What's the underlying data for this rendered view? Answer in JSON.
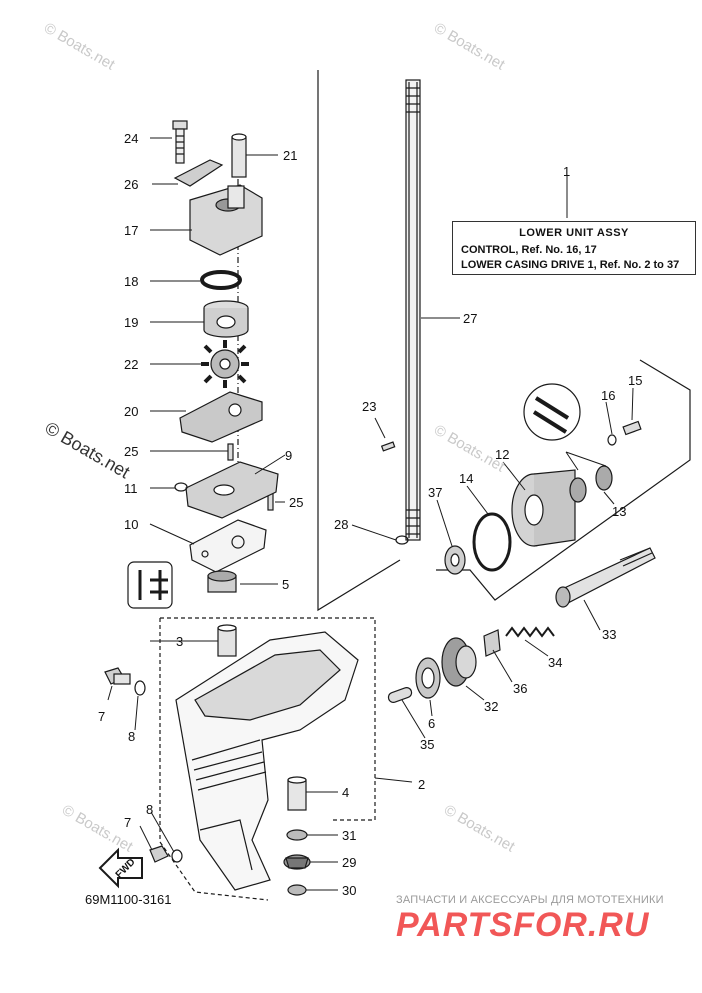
{
  "diagram": {
    "code": "69M1100-3161",
    "legend": {
      "title": "LOWER UNIT ASSY",
      "line1": "CONTROL, Ref. No. 16, 17",
      "line2": "LOWER CASING DRIVE 1, Ref. No. 2 to 37"
    },
    "callouts": {
      "c1": "1",
      "c2": "2",
      "c3": "3",
      "c4": "4",
      "c5": "5",
      "c6": "6",
      "c7a": "7",
      "c7b": "7",
      "c8a": "8",
      "c8b": "8",
      "c9": "9",
      "c10": "10",
      "c11": "11",
      "c12": "12",
      "c13": "13",
      "c14": "14",
      "c15": "15",
      "c16": "16",
      "c17": "17",
      "c18": "18",
      "c19": "19",
      "c20": "20",
      "c21": "21",
      "c22": "22",
      "c23": "23",
      "c24": "24",
      "c25a": "25",
      "c25b": "25",
      "c26": "26",
      "c27": "27",
      "c28": "28",
      "c29": "29",
      "c30": "30",
      "c31": "31",
      "c32": "32",
      "c33": "33",
      "c34": "34",
      "c35": "35",
      "c36": "36",
      "c37": "37"
    },
    "fwd_label": "FWD"
  },
  "watermarks": {
    "w1": "© Boats.net",
    "w2": "© Boats.net",
    "w3": "© Boats.net",
    "w4": "© Boats.net",
    "w5": "© Boats.net",
    "w6": "© Boats.net"
  },
  "branding": {
    "tagline": "ЗАПЧАСТИ И АКСЕССУАРЫ ДЛЯ МОТОТЕХНИКИ",
    "name": "PARTSFOR.RU"
  },
  "colors": {
    "line": "#1a1a1a",
    "fill_light": "#e9e9e9",
    "fill_mid": "#bdbdbd",
    "watermark": "#c9c9c9",
    "brand": "#ef3a3a"
  }
}
